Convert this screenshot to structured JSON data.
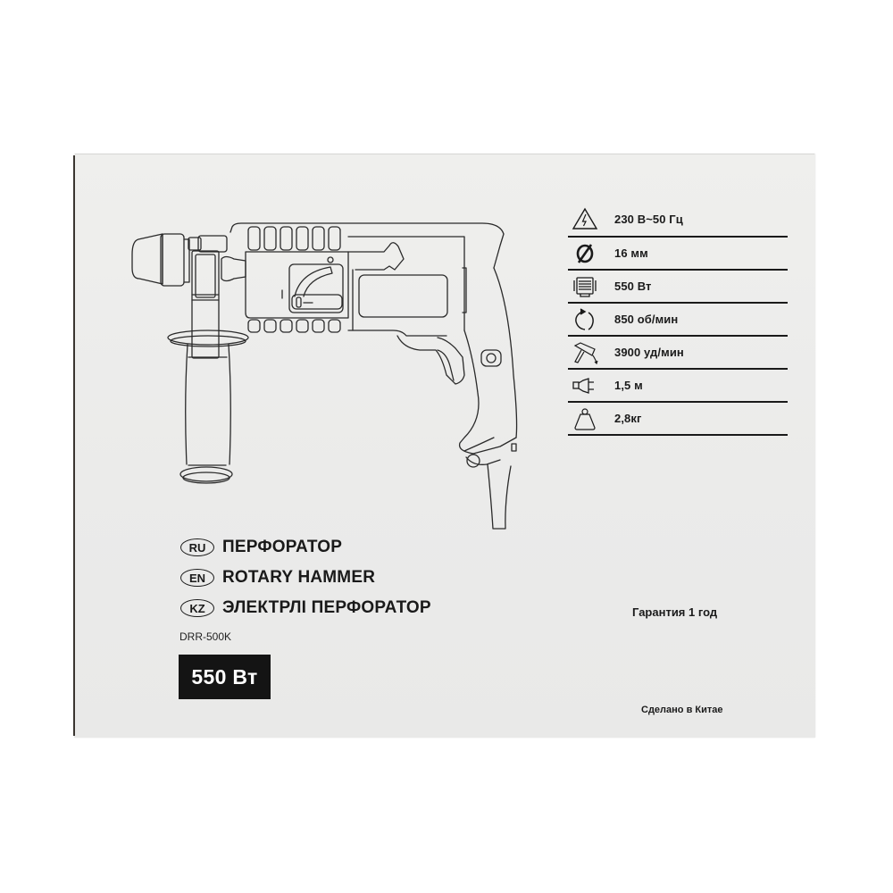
{
  "product": {
    "model": "DRR-500K",
    "power_badge": "550 Вт",
    "names": [
      {
        "lang": "RU",
        "name": "ПЕРФОРАТОР"
      },
      {
        "lang": "EN",
        "name": "ROTARY HAMMER"
      },
      {
        "lang": "KZ",
        "name": "ЭЛЕКТРЛІ ПЕРФОРАТОР"
      }
    ],
    "warranty": "Гарантия 1 год",
    "origin": "Сделано в Китае"
  },
  "specs": [
    {
      "icon": "voltage-warning-icon",
      "value": "230 В~50 Гц"
    },
    {
      "icon": "diameter-icon",
      "value": "16 мм"
    },
    {
      "icon": "motor-power-icon",
      "value": "550 Вт"
    },
    {
      "icon": "rotation-speed-icon",
      "value": "850 об/мин"
    },
    {
      "icon": "impact-rate-hammer-icon",
      "value": "3900 уд/мин"
    },
    {
      "icon": "power-cord-plug-icon",
      "value": "1,5 м"
    },
    {
      "icon": "weight-icon",
      "value": "2,8кг"
    }
  ],
  "colors": {
    "box_background": "#ededec",
    "text": "#1b1b1b",
    "badge_background": "#141414",
    "badge_text": "#ffffff"
  }
}
